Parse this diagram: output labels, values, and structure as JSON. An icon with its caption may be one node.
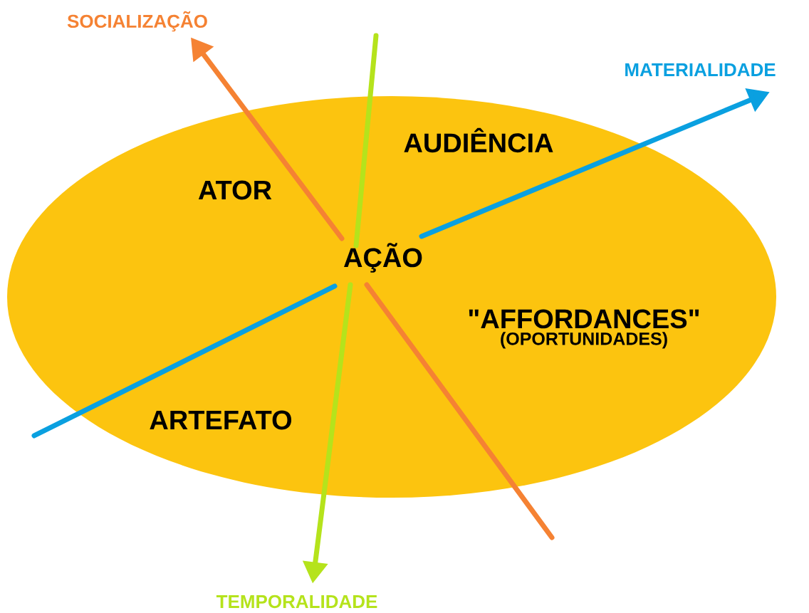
{
  "diagram": {
    "nodes": [
      {
        "text": [
          "SOCIALIZAÇÃO"
        ]
      },
      {
        "text": [
          "MATERIALIDADE"
        ]
      },
      {
        "text": [],
        "shape": "ellipse"
      },
      {
        "text": [
          "AUDIÊNCIA"
        ],
        "in": 2
      },
      {
        "text": [
          "ATOR"
        ],
        "in": 2
      },
      {
        "text": [
          "AÇÃO"
        ],
        "in": 2
      },
      {
        "text": [
          "\"AFFORDANCES\"",
          "(OPORTUNIDADES)"
        ],
        "in": 2
      },
      {
        "text": [
          "ARTEFATO"
        ],
        "in": 2
      },
      {
        "text": [
          "TEMPORALIDADE"
        ]
      }
    ],
    "edges": [
      {
        "from": null,
        "to": 0,
        "arrow": "to",
        "color": "#f58233"
      },
      {
        "from": null,
        "to": 1,
        "arrow": "to",
        "color": "#0aa0e0"
      },
      {
        "from": null,
        "to": 8,
        "arrow": "to",
        "color": "#b5e31c"
      }
    ]
  }
}
